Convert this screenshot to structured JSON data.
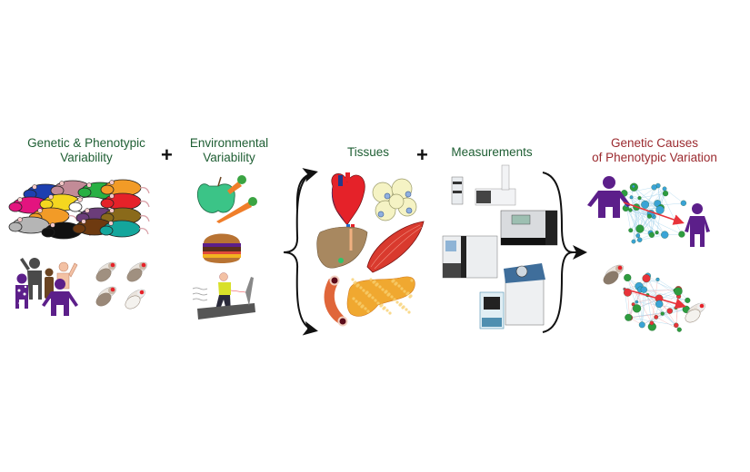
{
  "figure": {
    "panels": [
      {
        "id": "genetic",
        "title_line1": "Genetic & Phenotypic",
        "title_line2": "Variability",
        "items": [
          "mice-strains",
          "human-population",
          "flies"
        ]
      },
      {
        "id": "environment",
        "title_line1": "Environmental",
        "title_line2": "Variability",
        "items": [
          "diet-fruit-vegetables",
          "burger",
          "treadmill-exercise"
        ]
      },
      {
        "id": "tissues",
        "title": "Tissues",
        "items": [
          "heart",
          "adipose-cells",
          "liver",
          "muscle",
          "blood-vessel",
          "pancreas"
        ]
      },
      {
        "id": "measurements",
        "title": "Measurements",
        "items": [
          "lc-ms-instrument",
          "sequencer",
          "analyzer",
          "mass-spectrometer",
          "chromatography-unit"
        ]
      },
      {
        "id": "output",
        "title_line1": "Genetic Causes",
        "title_line2": "of Phenotypic Variation",
        "items": [
          "human-network",
          "fly-network"
        ]
      }
    ],
    "operators": {
      "plus1": "+",
      "plus2": "+"
    },
    "colors": {
      "title_green": "#1e5e33",
      "title_red": "#9b2a2f",
      "person_purple": "#5c1f8a",
      "arrow_red": "#e8333a",
      "network_blue": "#3aa3d6",
      "network_green": "#2e9c3f"
    },
    "mouse_colors": [
      "#1d3fb0",
      "#c28b97",
      "#28b043",
      "#f29b27",
      "#e3147f",
      "#f4d720",
      "#ffffff",
      "#e52229",
      "#f29b27",
      "#6b3d7a",
      "#8a6a1a",
      "#b5b5b5",
      "#111111",
      "#6e3a10",
      "#14a69c"
    ]
  }
}
